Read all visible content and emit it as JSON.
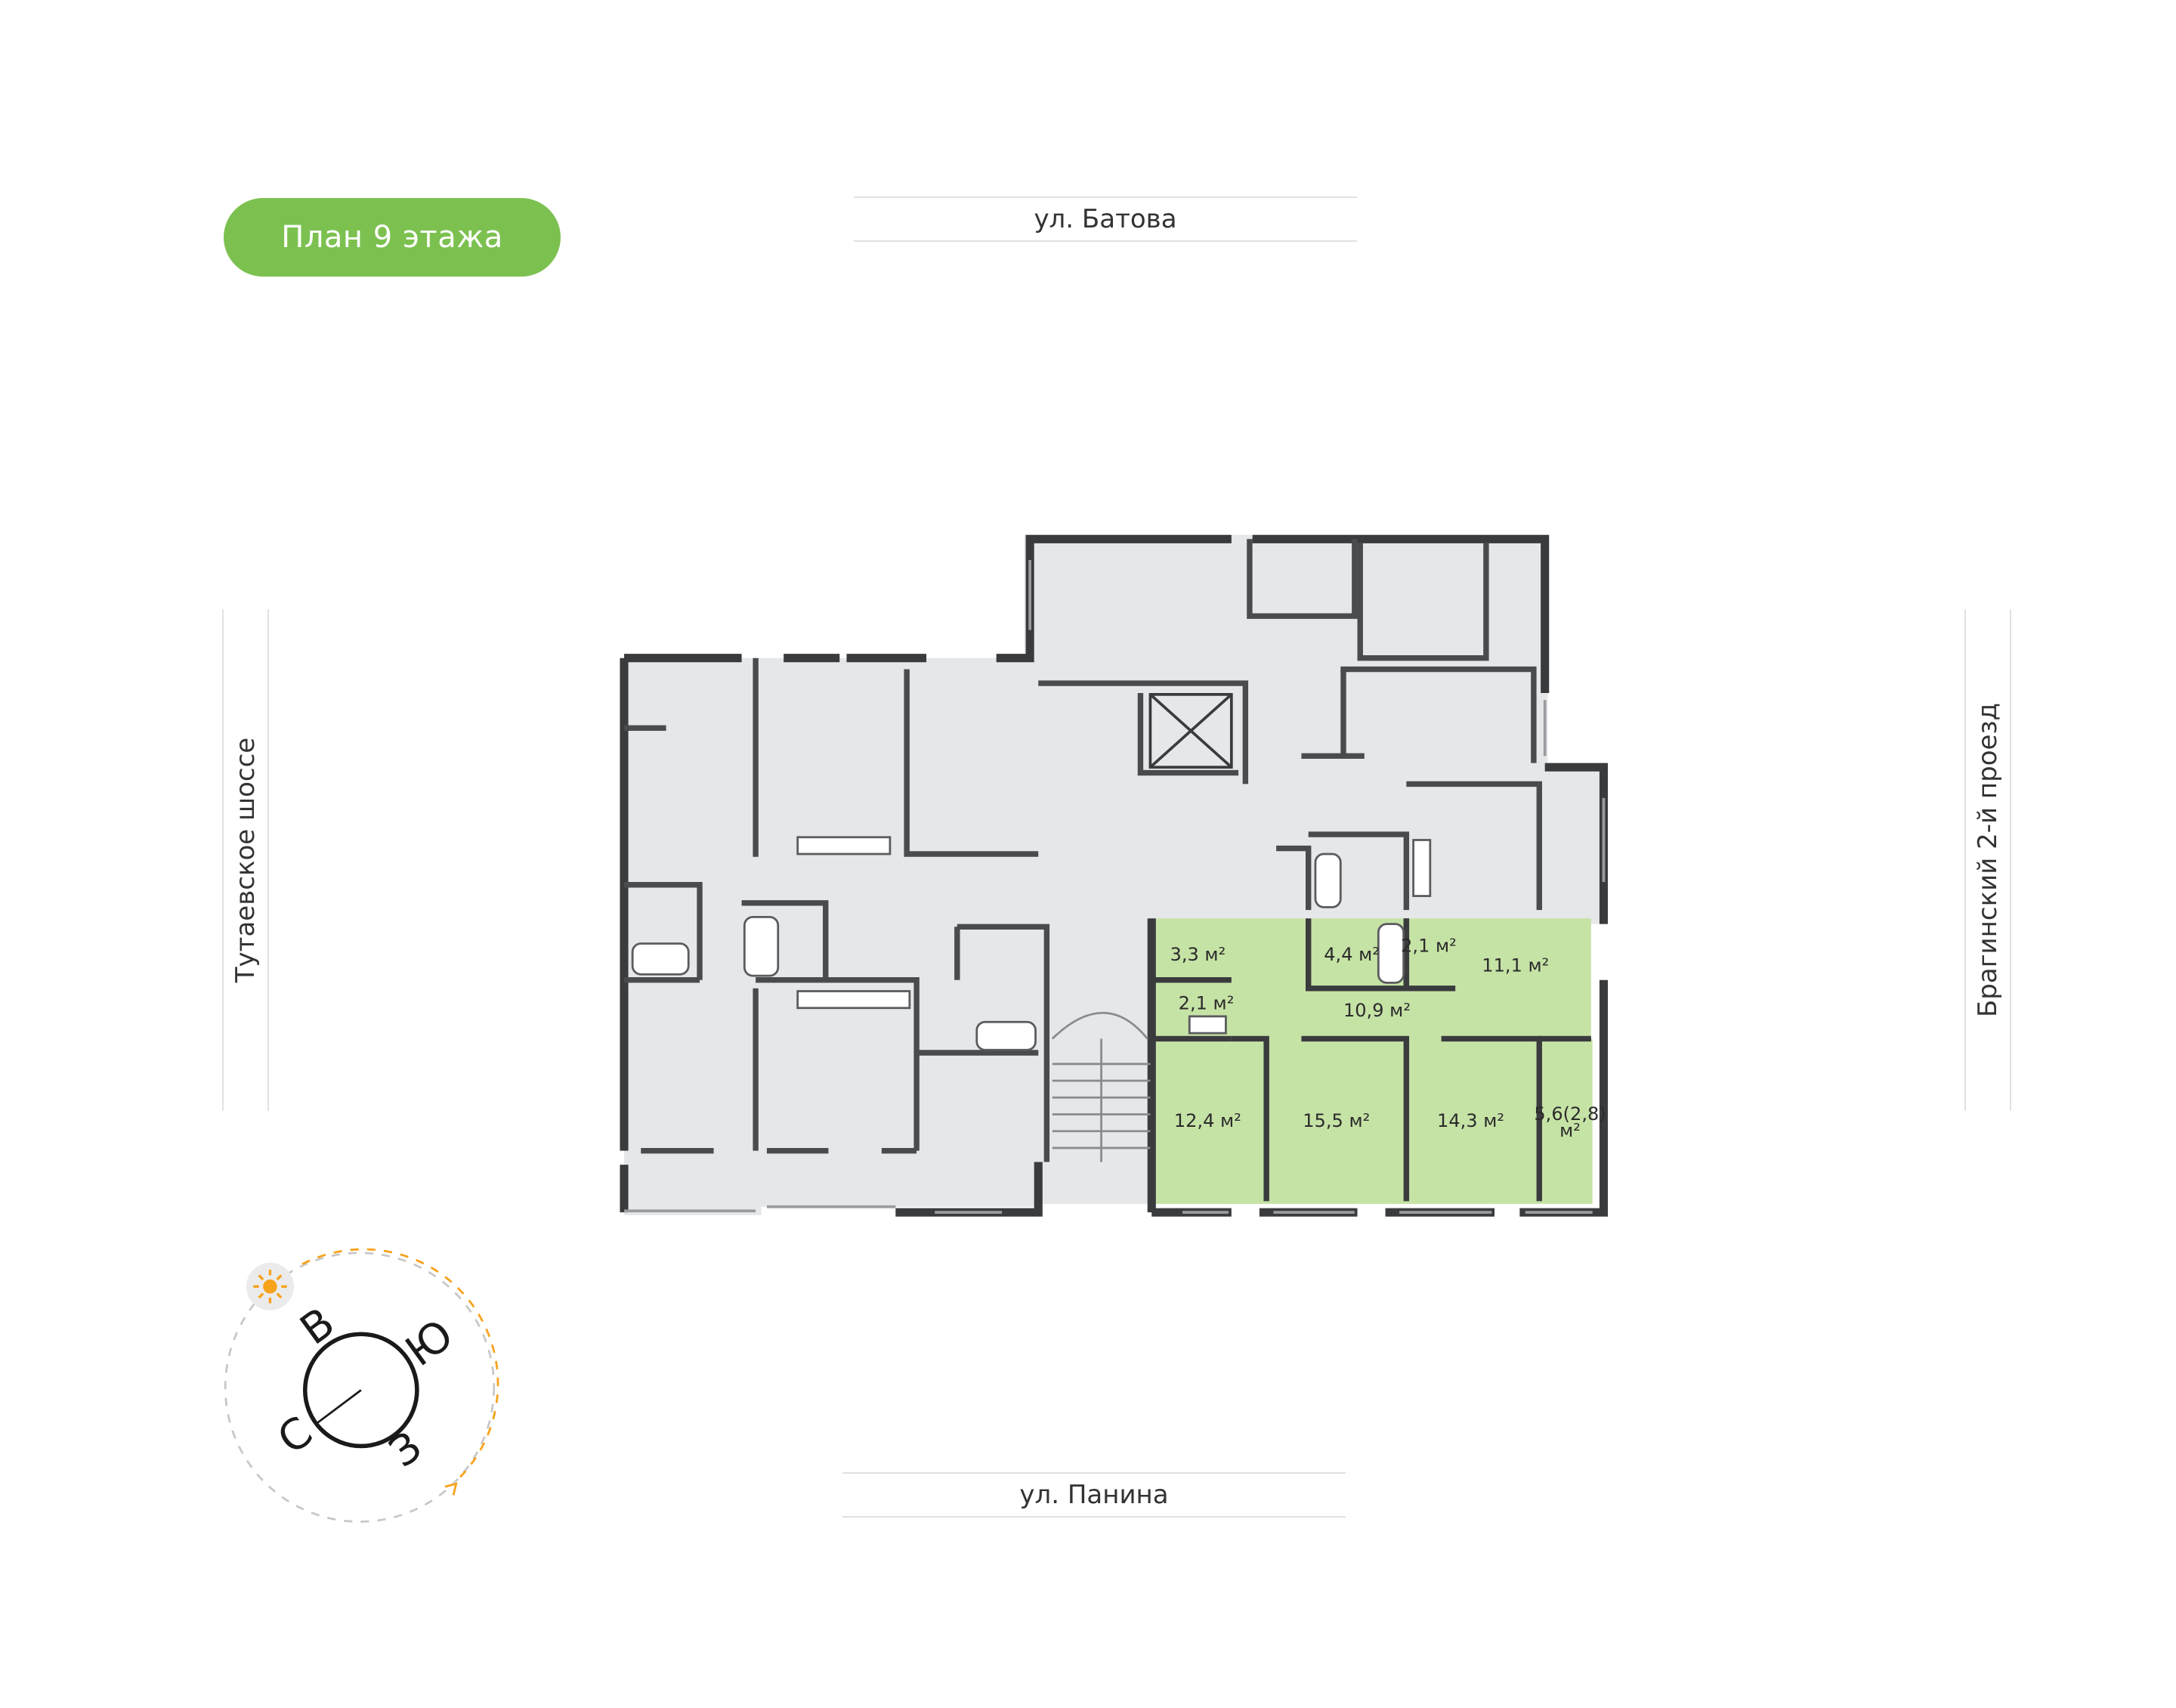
{
  "floor_badge": {
    "label": "План 9 этажа",
    "color": "#7cc150"
  },
  "streets": {
    "top": "ул. Батова",
    "bottom": "ул. Панина",
    "left": "Тутаевское шоссе",
    "right": "Брагинский 2-й проезд"
  },
  "highlight_color": "#c6e3a6",
  "apartment_areas": {
    "hall": "3,3 м²",
    "bathroom": "4,4 м²",
    "wc_top": "2,1 м²",
    "kitchen": "11,1 м²",
    "corridor": "10,9 м²",
    "wc_left": "2,1 м²",
    "room_1": "12,4 м²",
    "room_2": "15,5 м²",
    "room_3": "14,3 м²",
    "balcony_line1": "5,6(2,8)",
    "balcony_line2": "м²"
  },
  "compass": {
    "north": "С",
    "east": "В",
    "south": "Ю",
    "west": "З",
    "icon": "sun-icon",
    "sun_color": "#f7a21b"
  }
}
